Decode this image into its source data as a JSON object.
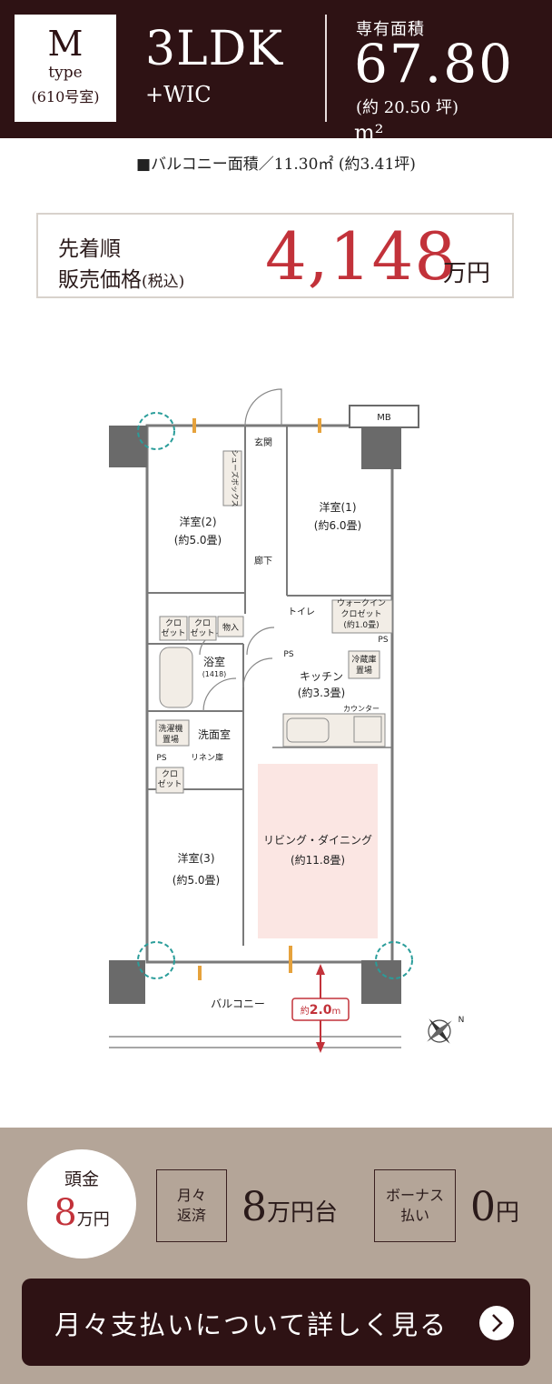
{
  "header": {
    "type_letter": "M",
    "type_word": "type",
    "room": "(610号室)",
    "layout": "3LDK",
    "layout_sub": "+WIC",
    "area_label": "専有面積",
    "area_value": "67.80",
    "area_unit": "m²",
    "area_tsubo": "(約 20.50 坪)"
  },
  "balcony_note": "■バルコニー面積／11.30㎡ (約3.41坪)",
  "price": {
    "label_line1": "先着順",
    "label_line2": "販売価格",
    "tax_note": "(税込)",
    "value": "4,148",
    "unit": "万円"
  },
  "floorplan": {
    "mb": "MB",
    "genkan": "玄関",
    "shoe_box": "シューズボックス",
    "room1_name": "洋室(1)",
    "room1_size": "(約6.0畳)",
    "room2_name": "洋室(2)",
    "room2_size": "(約5.0畳)",
    "corridor": "廊下",
    "toilet": "トイレ",
    "wic_name1": "ウォークイン",
    "wic_name2": "クロゼット",
    "wic_size": "(約1.0畳)",
    "ps": "PS",
    "closet1": "クロ",
    "closet2": "ゼット",
    "storage": "物入",
    "bath": "浴室",
    "bath_size": "(1418)",
    "fridge1": "冷蔵庫",
    "fridge2": "置場",
    "kitchen": "キッチン",
    "kitchen_size": "(約3.3畳)",
    "counter": "カウンター",
    "washer1": "洗濯機",
    "washer2": "置場",
    "washroom": "洗面室",
    "linen": "リネン庫",
    "living": "リビング・ダイニング",
    "living_size": "(約11.8畳)",
    "room3_name": "洋室(3)",
    "room3_size": "(約5.0畳)",
    "balcony": "バルコニー",
    "balcony_depth_prefix": "約",
    "balcony_depth": "2.0",
    "balcony_depth_unit": "m",
    "north": "N",
    "colors": {
      "living_highlight": "#fbe6e3",
      "wall": "#7a7a7a",
      "accent_arrow": "#c2323a",
      "aircon": "#2a9d9a",
      "window_mark": "#e6a23c"
    }
  },
  "footer": {
    "downpay_label": "頭金",
    "downpay_value": "8",
    "downpay_unit": "万円",
    "monthly_label1": "月々",
    "monthly_label2": "返済",
    "monthly_value": "8",
    "monthly_unit": "万円台",
    "bonus_label1": "ボーナス",
    "bonus_label2": "払い",
    "bonus_value": "0",
    "bonus_unit": "円",
    "button_label": "月々支払いについて詳しく見る",
    "button_icon": "chevron-right-icon"
  }
}
